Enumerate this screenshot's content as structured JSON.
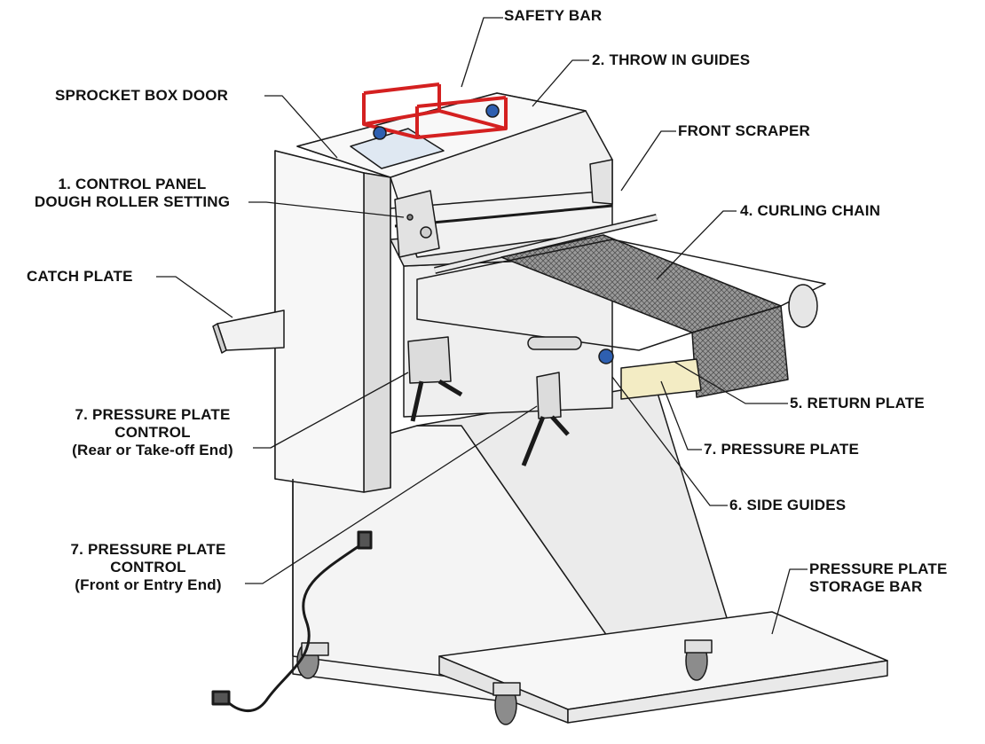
{
  "callouts": {
    "safety_bar": "SAFETY BAR",
    "throw_in_guides": "2. THROW IN GUIDES",
    "sprocket_box_door": "SPROCKET BOX DOOR",
    "front_scraper": "FRONT SCRAPER",
    "control_panel_line1": "1. CONTROL PANEL",
    "control_panel_line2": "DOUGH ROLLER SETTING",
    "curling_chain": "4. CURLING CHAIN",
    "catch_plate": "CATCH PLATE",
    "return_plate": "5. RETURN PLATE",
    "ppc_rear_line1": "7. PRESSURE PLATE",
    "ppc_rear_line2": "CONTROL",
    "ppc_rear_line3": "(Rear or Take-off End)",
    "pressure_plate": "7. PRESSURE PLATE",
    "side_guides": "6. SIDE GUIDES",
    "ppc_front_line1": "7. PRESSURE PLATE",
    "ppc_front_line2": "CONTROL",
    "ppc_front_line3": "(Front or Entry End)",
    "storage_bar_line1": "PRESSURE PLATE",
    "storage_bar_line2": "STORAGE BAR"
  },
  "colors": {
    "line": "#1a1a1a",
    "machine_fill": "#f2f2f2",
    "machine_shade": "#d9d9d9",
    "chain": "#7a7a7a",
    "safety_bar": "#d42020",
    "knob": "#2e5fb0",
    "plate_yellow": "#f3ecc4"
  }
}
